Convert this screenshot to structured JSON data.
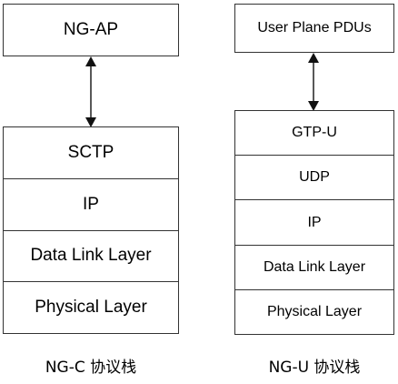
{
  "left": {
    "top_box": "NG-AP",
    "layers": [
      "SCTP",
      "IP",
      "Data Link Layer",
      "Physical Layer"
    ],
    "caption": "NG-C 协议栈"
  },
  "right": {
    "top_box": "User Plane PDUs",
    "layers": [
      "GTP-U",
      "UDP",
      "IP",
      "Data Link Layer",
      "Physical Layer"
    ],
    "caption": "NG-U 协议栈"
  }
}
